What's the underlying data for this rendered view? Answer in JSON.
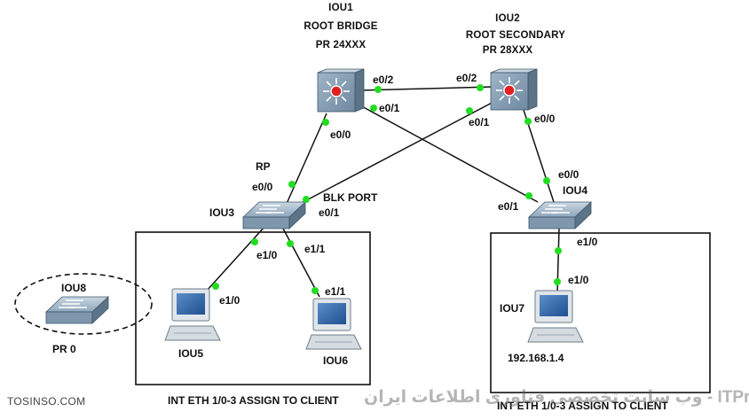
{
  "nodes": {
    "iou1": {
      "name": "IOU1",
      "role": "ROOT BRIDGE",
      "priority": "PR 24XXX"
    },
    "iou2": {
      "name": "IOU2",
      "role": "ROOT SECONDARY",
      "priority": "PR 28XXX"
    },
    "iou3": {
      "name": "IOU3"
    },
    "iou4": {
      "name": "IOU4"
    },
    "iou5": {
      "name": "IOU5"
    },
    "iou6": {
      "name": "IOU6"
    },
    "iou7": {
      "name": "IOU7",
      "ip": "192.168.1.4"
    },
    "iou8": {
      "name": "IOU8",
      "priority": "PR 0"
    }
  },
  "ports": {
    "iou1_e0_2": "e0/2",
    "iou1_e0_1": "e0/1",
    "iou1_e0_0": "e0/0",
    "iou2_e0_2": "e0/2",
    "iou2_e0_1": "e0/1",
    "iou2_e0_0": "e0/0",
    "iou3_rp": "RP",
    "iou3_e0_0": "e0/0",
    "iou3_blk": "BLK PORT",
    "iou3_e0_1": "e0/1",
    "iou3_e1_0": "e1/0",
    "iou3_e1_1": "e1/1",
    "iou4_e0_0": "e0/0",
    "iou4_e0_1": "e0/1",
    "iou4_e1_0": "e1/0",
    "iou5_e1_0": "e1/0",
    "iou6_e1_1": "e1/1",
    "iou7_e1_0": "e1/0"
  },
  "boxes": {
    "left_caption": "INT ETH 1/0-3 ASSIGN TO CLIENT",
    "right_caption": "INT ETH 1/0-3 ASSIGN TO CLIENT"
  },
  "watermark": {
    "site": "TOSINSO.COM",
    "overlay": "ITPro.ir - وب سایت تخصصی فناوری اطلاعات ایران"
  },
  "colors": {
    "link_dot": "#22dd22",
    "link_line": "#111111",
    "switch_body": "#7f97ad",
    "router_accent": "#e02020"
  }
}
